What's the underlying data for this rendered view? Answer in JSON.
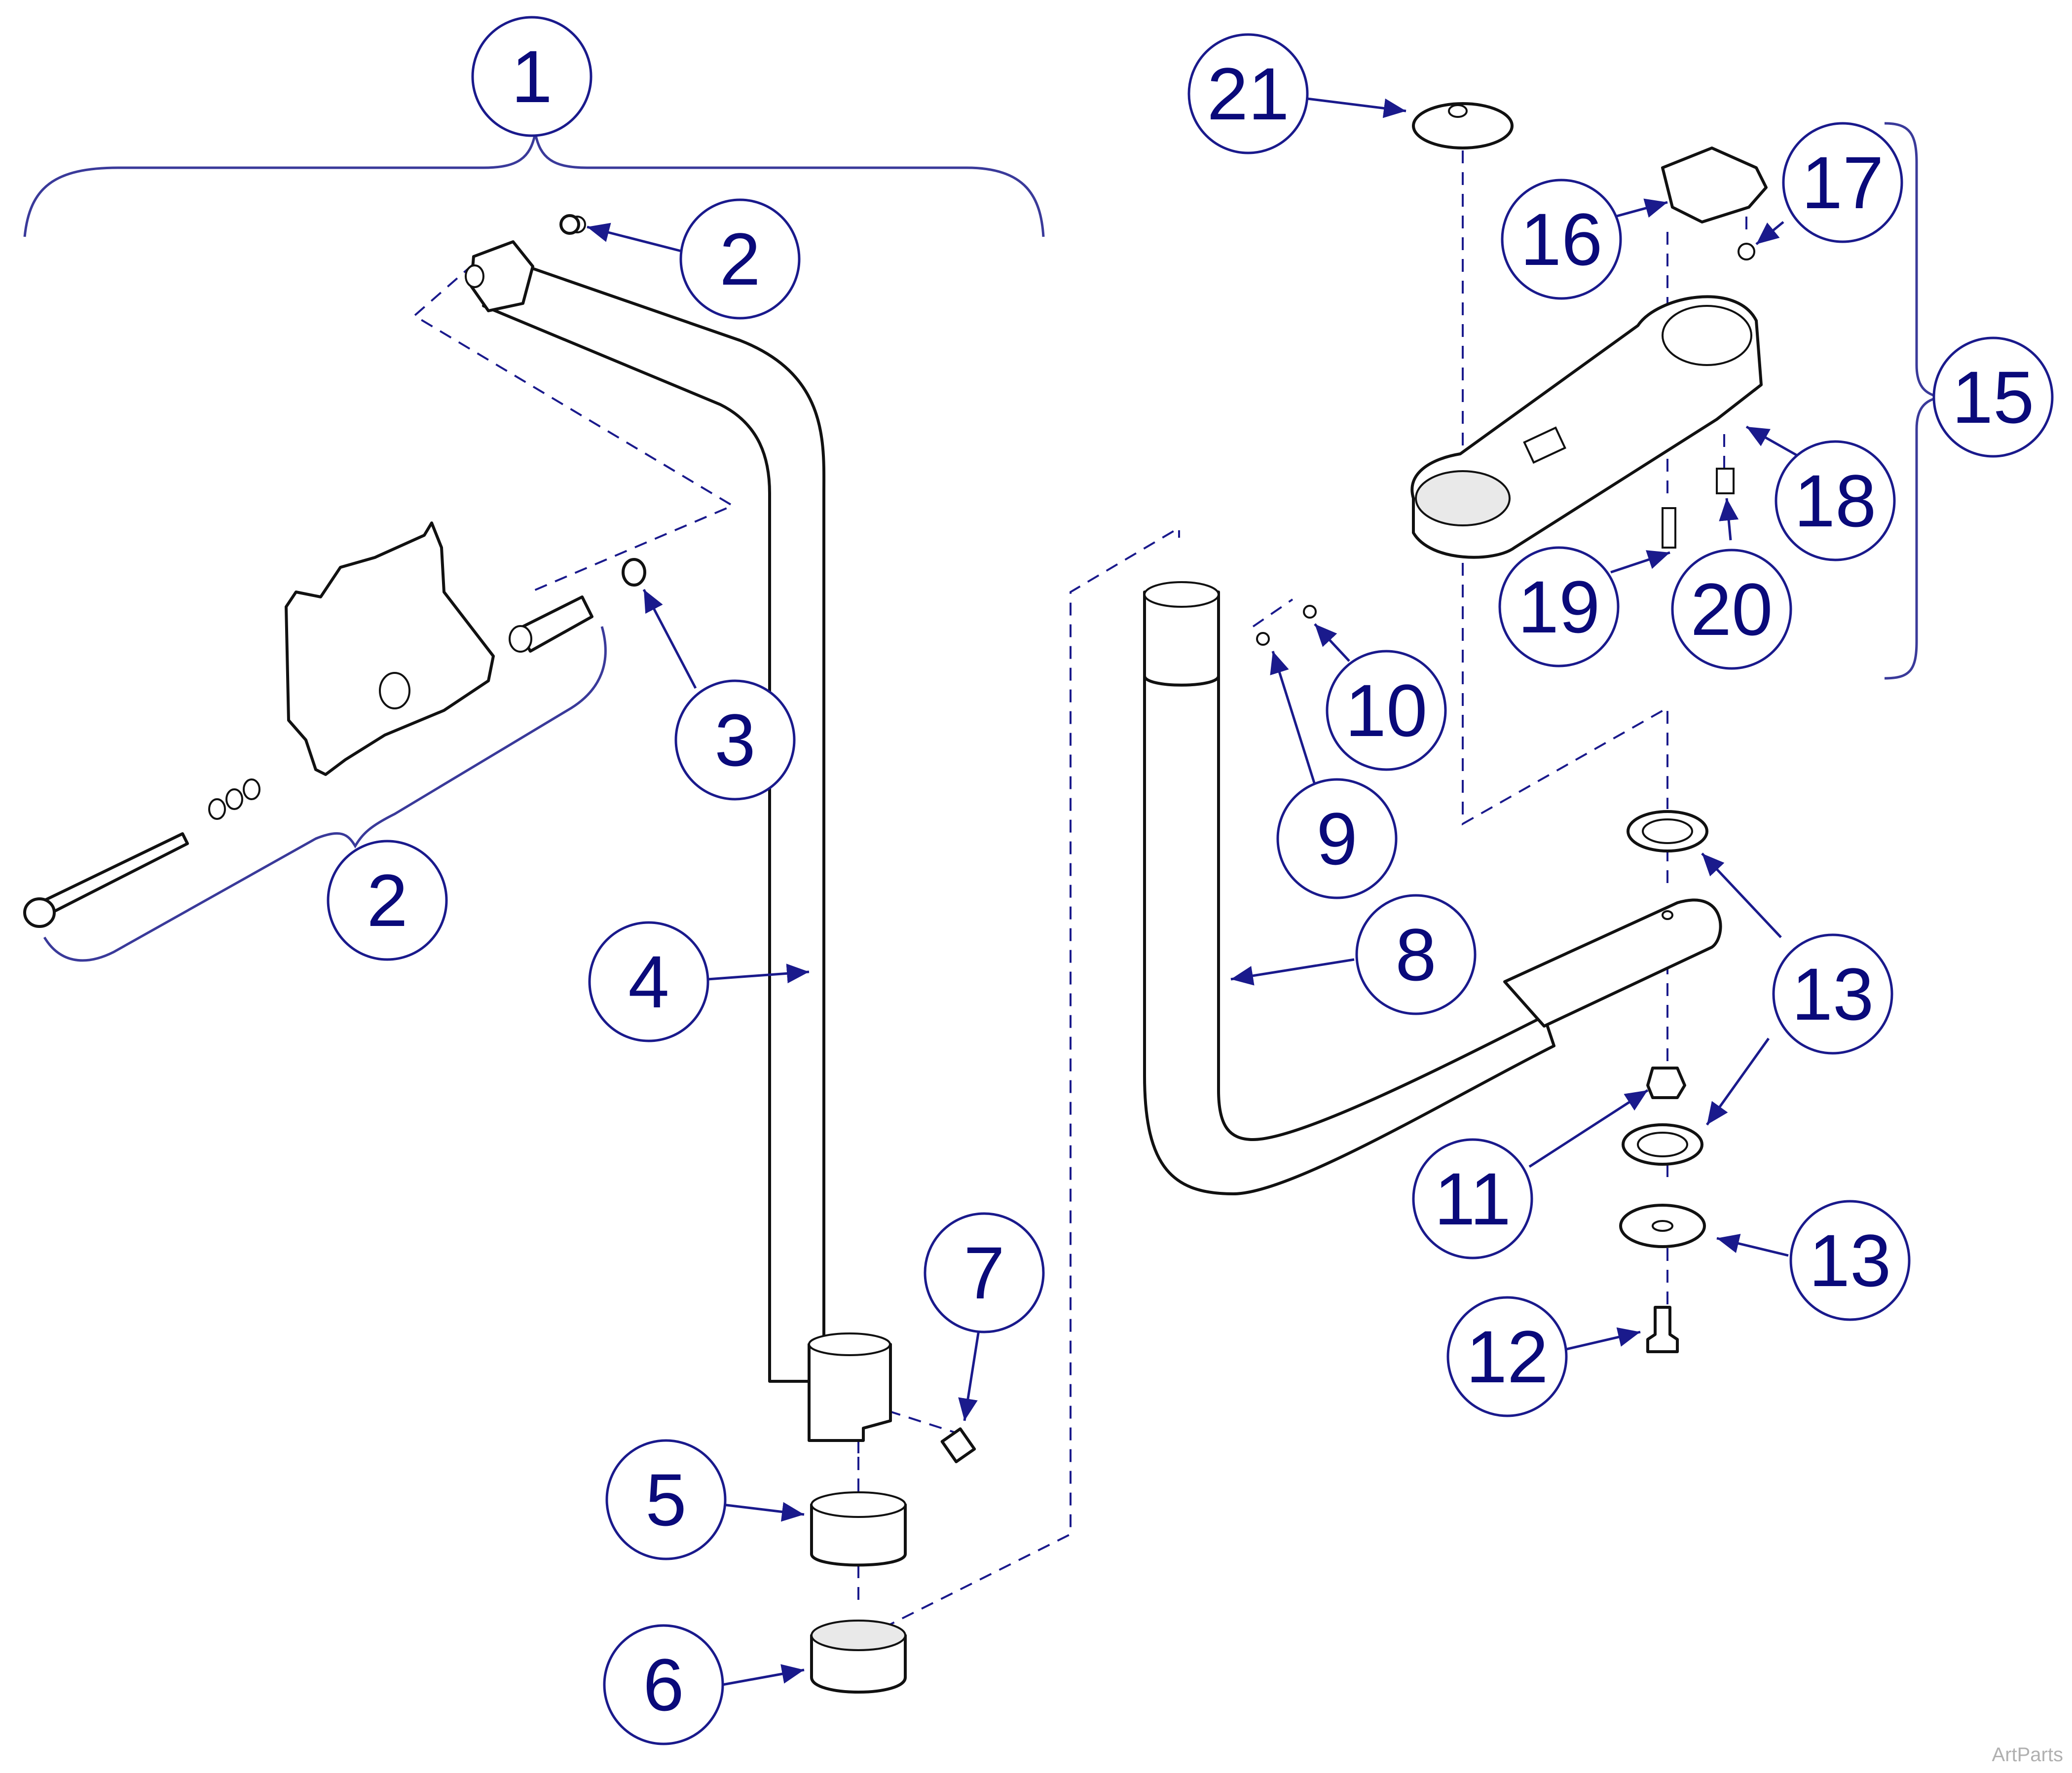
{
  "callouts": [
    {
      "id": "c1",
      "label": "1"
    },
    {
      "id": "c2a",
      "label": "2"
    },
    {
      "id": "c2b",
      "label": "2"
    },
    {
      "id": "c3",
      "label": "3"
    },
    {
      "id": "c4",
      "label": "4"
    },
    {
      "id": "c5",
      "label": "5"
    },
    {
      "id": "c6",
      "label": "6"
    },
    {
      "id": "c7",
      "label": "7"
    },
    {
      "id": "c8",
      "label": "8"
    },
    {
      "id": "c9",
      "label": "9"
    },
    {
      "id": "c10",
      "label": "10"
    },
    {
      "id": "c11",
      "label": "11"
    },
    {
      "id": "c12",
      "label": "12"
    },
    {
      "id": "c13a",
      "label": "13"
    },
    {
      "id": "c13b",
      "label": "13"
    },
    {
      "id": "c15",
      "label": "15"
    },
    {
      "id": "c16",
      "label": "16"
    },
    {
      "id": "c17",
      "label": "17"
    },
    {
      "id": "c18",
      "label": "18"
    },
    {
      "id": "c19",
      "label": "19"
    },
    {
      "id": "c20",
      "label": "20"
    },
    {
      "id": "c21",
      "label": "21"
    }
  ],
  "watermark": "ArtParts",
  "colors": {
    "callout": "#1a1a8c",
    "part_outline": "#111111"
  }
}
